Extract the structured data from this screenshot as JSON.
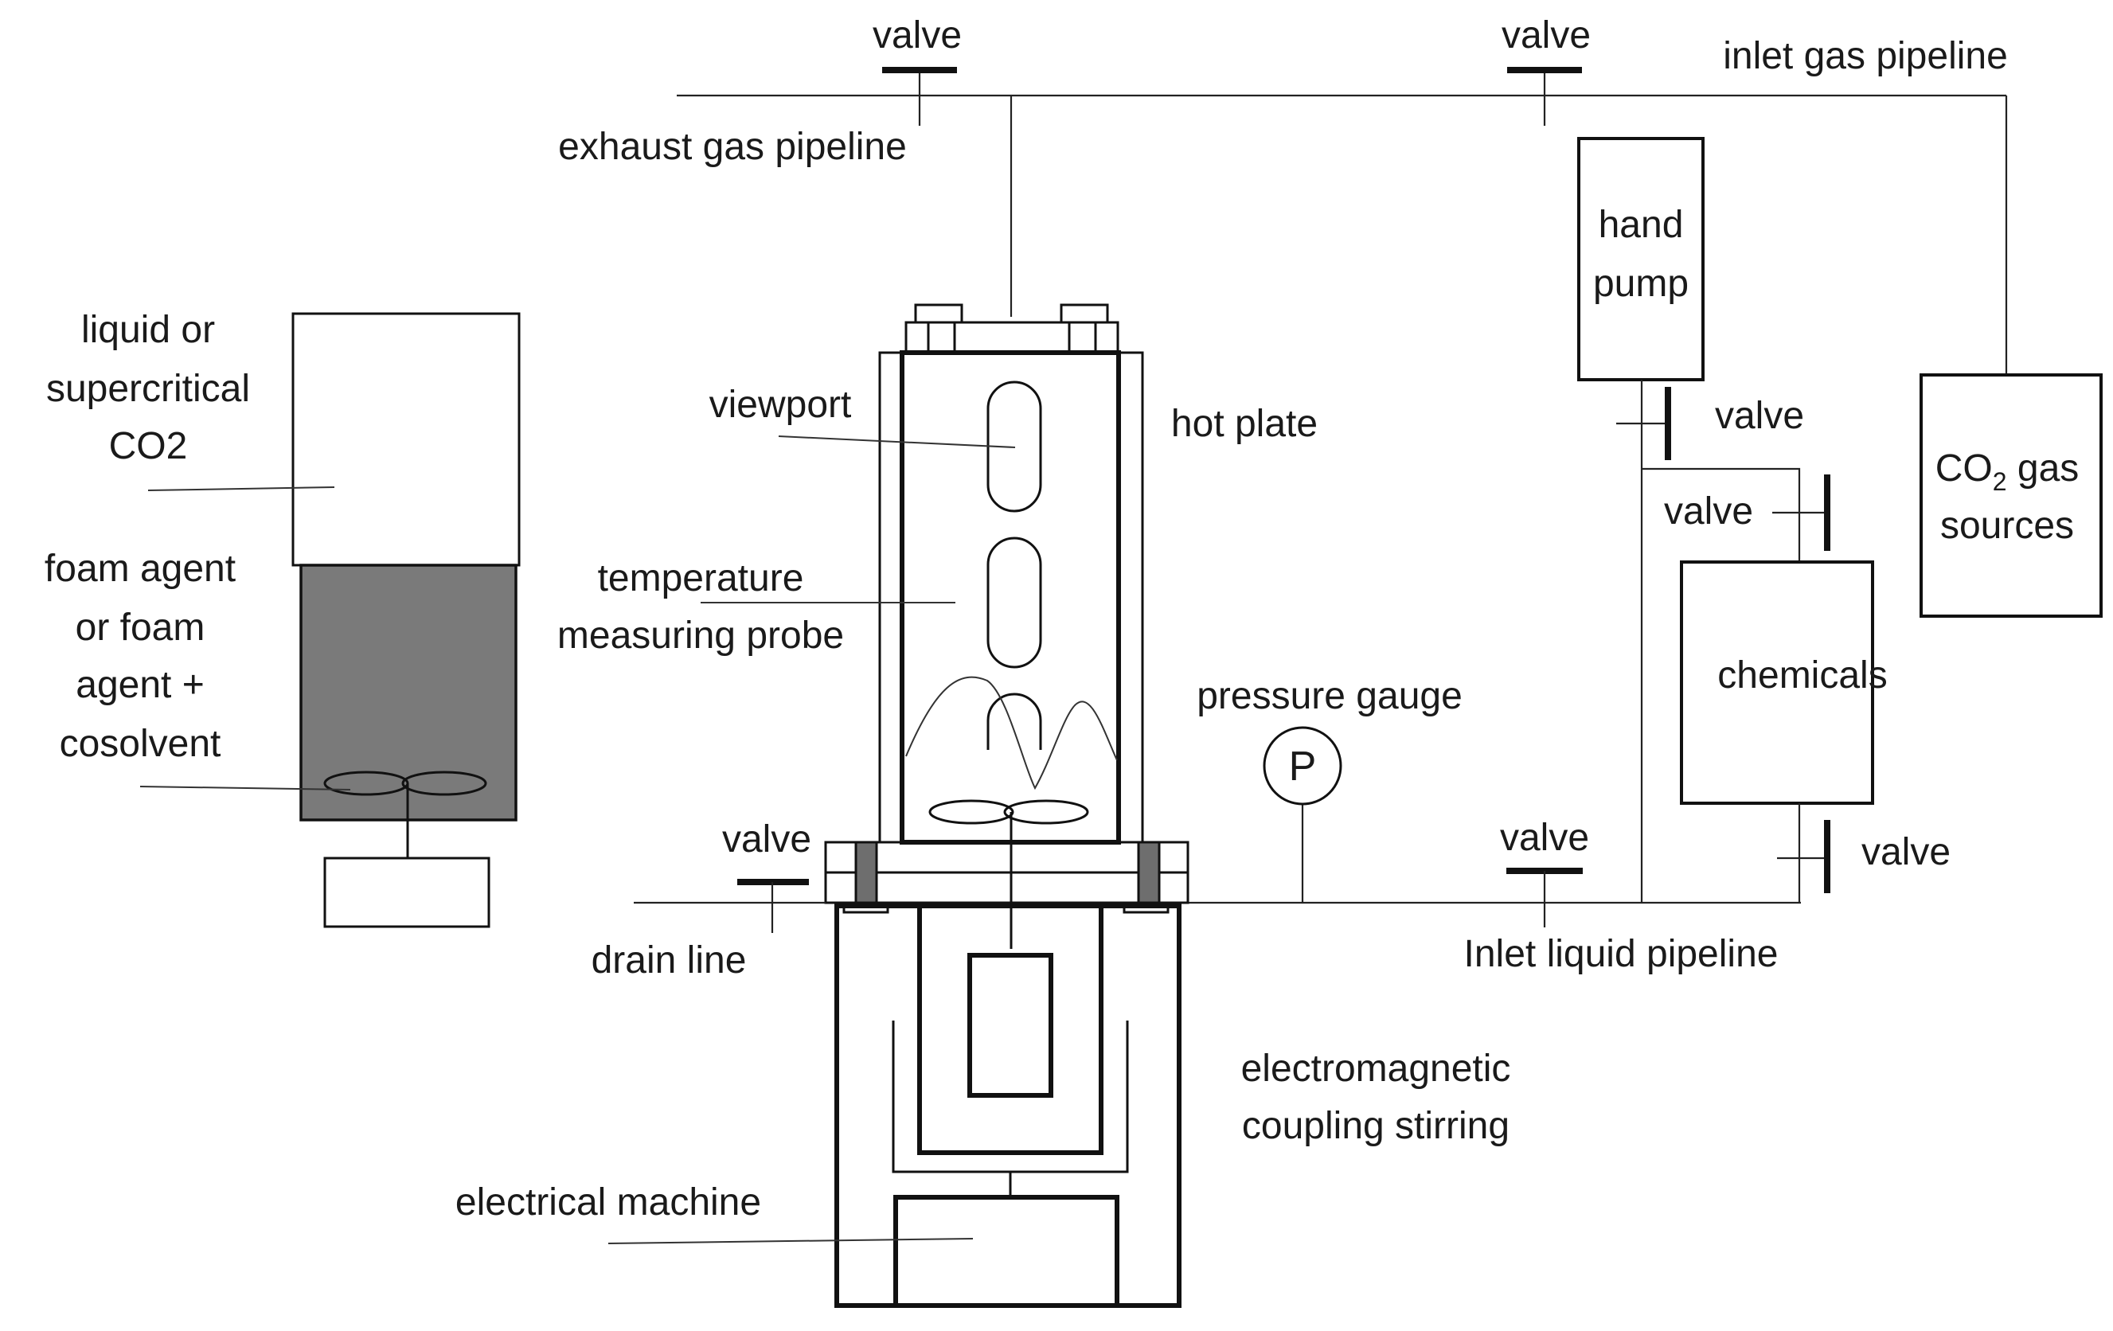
{
  "labels": {
    "valve_top_left": "valve",
    "valve_top_right": "valve",
    "inlet_gas_pipeline": "inlet gas pipeline",
    "exhaust_gas_pipeline": "exhaust gas pipeline",
    "hand_pump_line1": "hand",
    "hand_pump_line2": "pump",
    "valve_pump": "valve",
    "valve_chem_top": "valve",
    "co2_sources_gas": " gas",
    "co2_sources_line2": "sources",
    "co2_prefix": "CO",
    "co2_subscript": "2",
    "chemicals": "chemicals",
    "valve_chem_bottom": "valve",
    "valve_inlet_liquid": "valve",
    "inlet_liquid_pipeline": "Inlet liquid pipeline",
    "pressure_gauge": "pressure gauge",
    "pressure_symbol": "P",
    "hot_plate": "hot plate",
    "viewport": "viewport",
    "temp_probe_line1": "temperature",
    "temp_probe_line2": "measuring probe",
    "valve_drain": "valve",
    "drain_line": "drain line",
    "em_coupling_line1": "electromagnetic",
    "em_coupling_line2": "coupling stirring",
    "electrical_machine": "electrical machine",
    "liquid_co2_line1": "liquid or",
    "liquid_co2_line2": "supercritical",
    "liquid_co2_line3": "CO2",
    "foam_line1": "foam agent",
    "foam_line2": "or foam",
    "foam_line3": "agent +",
    "foam_line4": "cosolvent"
  },
  "colors": {
    "line": "#111111",
    "foam_fill": "#7a7a7a",
    "window_gray": "#6e6e6e",
    "background": "#ffffff"
  }
}
